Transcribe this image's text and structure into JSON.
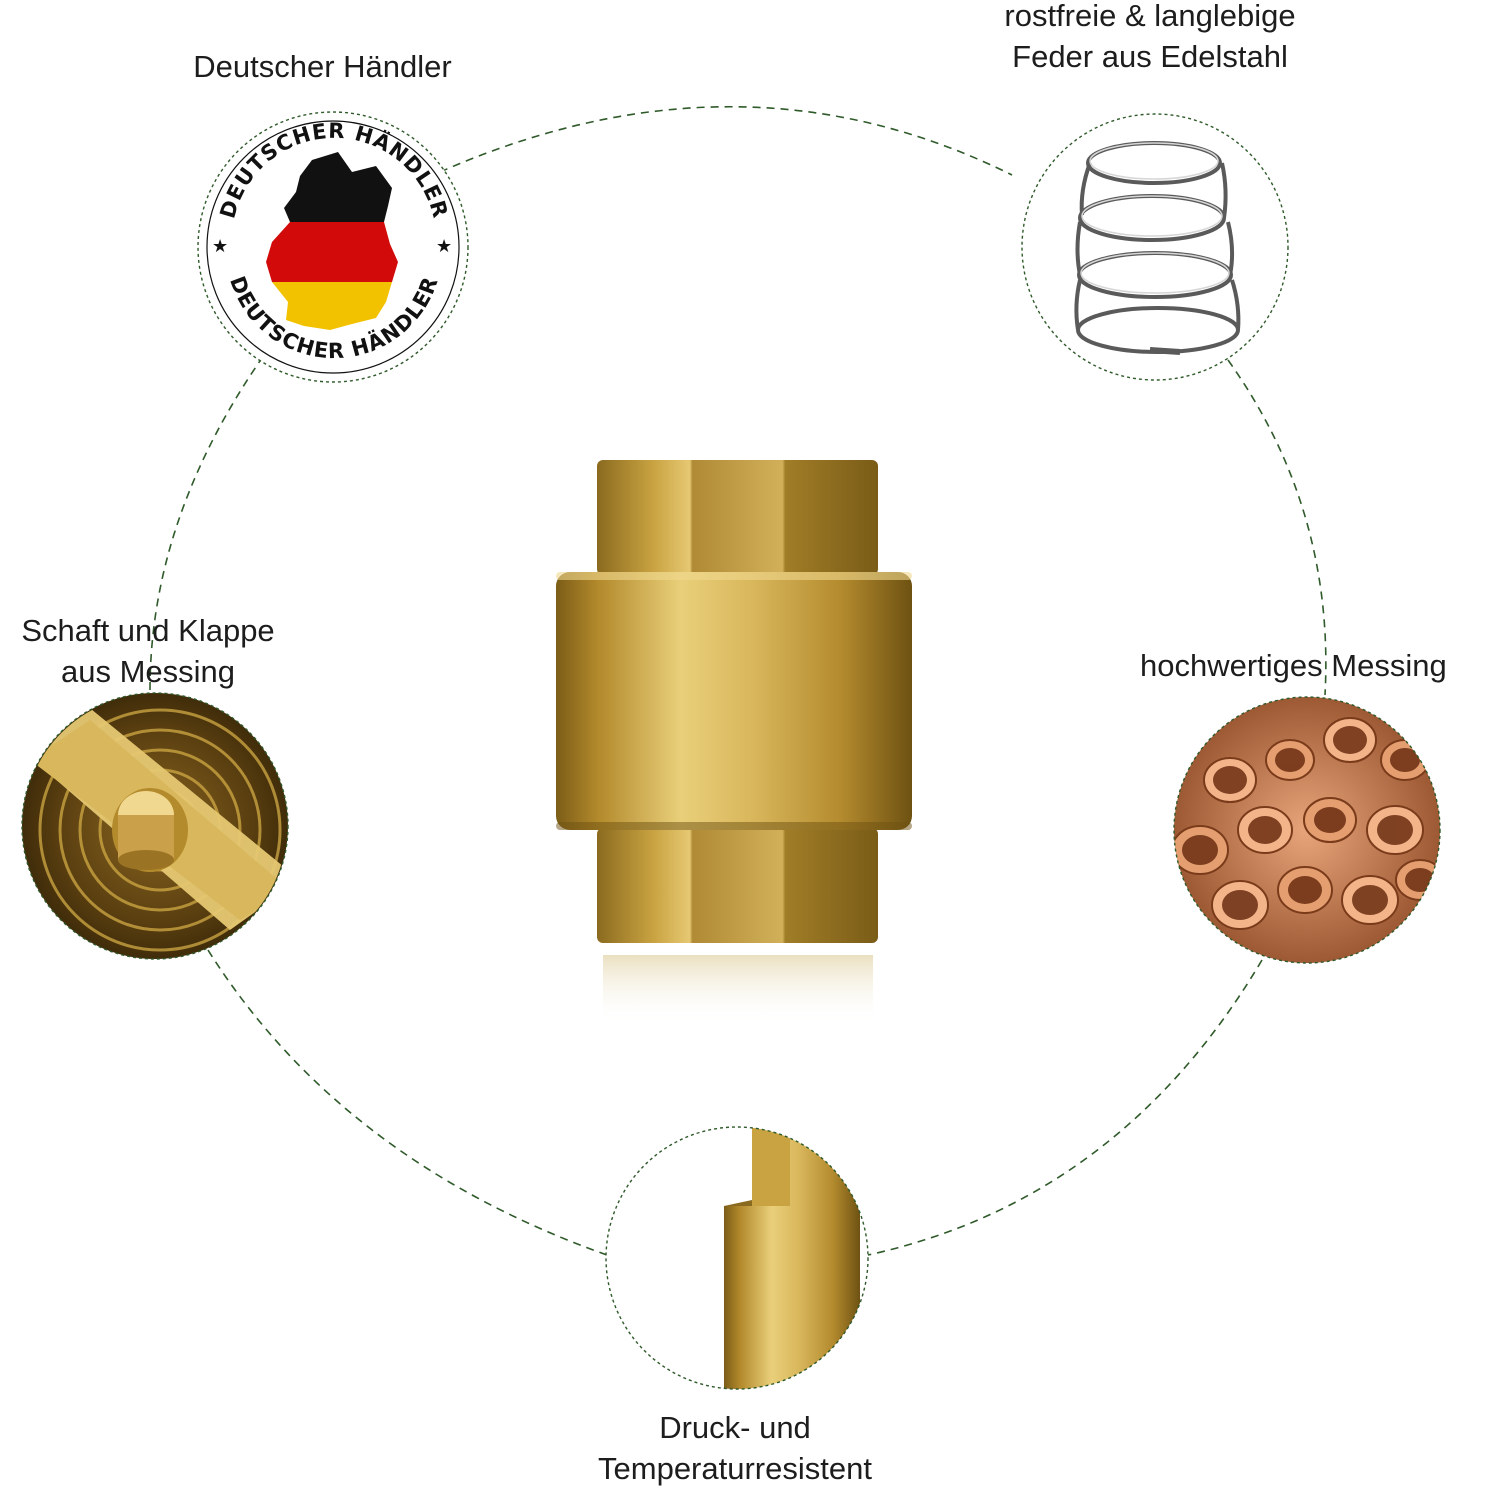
{
  "features": {
    "dealer": {
      "lines": [
        "Deutscher Händler"
      ]
    },
    "spring": {
      "lines": [
        "rostfreie & langlebige",
        "Feder aus Edelstahl"
      ]
    },
    "stem": {
      "lines": [
        "Schaft und Klappe",
        "aus Messing"
      ]
    },
    "brass": {
      "lines": [
        "hochwertiges Messing"
      ]
    },
    "pressure": {
      "lines": [
        "Druck- und",
        "Temperaturresistent"
      ]
    }
  },
  "badge": {
    "text_top": "DEUTSCHER HÄNDLER",
    "text_bottom": "DEUTSCHER HÄNDLER",
    "flag_colors": [
      "#111111",
      "#d20a0a",
      "#f2c200"
    ]
  },
  "colors": {
    "ring": "#2f5a2a",
    "brass_light": "#e9cf7a",
    "brass_mid": "#c9a341",
    "brass_dark": "#7c5d17",
    "copper": "#c6764a"
  }
}
